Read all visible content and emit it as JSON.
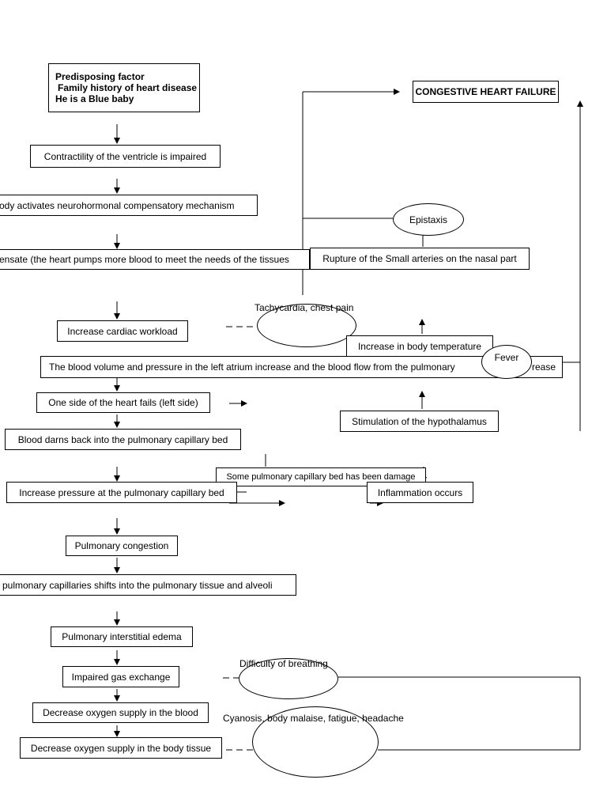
{
  "boxes": {
    "predisposing_title": "Predisposing factor",
    "predisposing_line1": "Family history of heart disease",
    "predisposing_line2": "He is a Blue baby",
    "contractility": "Contractility of the ventricle is impaired",
    "neurohormonal": "ody activates neurohormonal compensatory mechanism",
    "compensate": "ensate (the heart pumps more blood to meet the needs of the tissues",
    "rupture": "Rupture of the Small arteries on the nasal part",
    "workload": "Increase cardiac workload",
    "body_temp": "Increase in body temperature",
    "blood_volume": "The blood volume and pressure in the left atrium increase and the blood flow from the pulmonary",
    "blood_volume_tail": "rease",
    "one_side": "One side of the heart fails (left side)",
    "hypothalamus": "Stimulation of the hypothalamus",
    "blood_darns": "Blood darns back into the pulmonary capillary bed",
    "capillary_damage": "Some pulmonary capillary bed has been damage",
    "pressure_capillary": "Increase pressure at the pulmonary capillary bed",
    "inflammation": "Inflammation occurs",
    "pulm_congestion": "Pulmonary congestion",
    "shifts": "pulmonary capillaries shifts into the pulmonary tissue and alveoli",
    "interstitial_edema": "Pulmonary interstitial edema",
    "gas_exchange": "Impaired gas exchange",
    "o2_blood": "Decrease oxygen supply in the blood",
    "o2_tissue": "Decrease oxygen supply in the body tissue",
    "chf": "CONGESTIVE HEART FAILURE"
  },
  "ellipses": {
    "epistaxis": "Epistaxis",
    "tachycardia": "Tachycardia, chest pain",
    "fever": "Fever",
    "breathing": "Difficulty of breathing",
    "cyanosis": "Cyanosis, body malaise, fatigue, headache"
  }
}
